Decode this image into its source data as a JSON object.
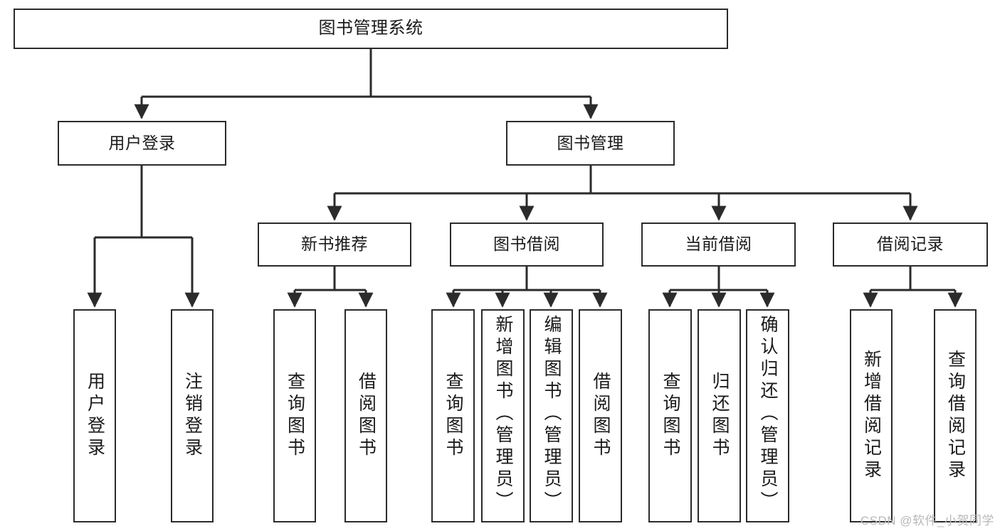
{
  "diagram": {
    "title": "图书管理系统",
    "type": "功能结构图",
    "stroke_color": "#2b2b2b",
    "text_color": "#1a1a1a",
    "background_color": "#ffffff",
    "watermark": "CSDN @软件_小贺同学",
    "watermark_color": "#b8b8b8"
  },
  "nodes": {
    "root": {
      "label": "图书管理系统"
    },
    "level2": [
      {
        "label": "用户登录"
      },
      {
        "label": "图书管理"
      }
    ],
    "level3": [
      {
        "label": "新书推荐"
      },
      {
        "label": "图书借阅"
      },
      {
        "label": "当前借阅"
      },
      {
        "label": "借阅记录"
      }
    ],
    "leaves": {
      "user_login": [
        {
          "label": "用户登录"
        },
        {
          "label": "注销登录"
        }
      ],
      "new_book_recommend": [
        {
          "label": "查询图书"
        },
        {
          "label": "借阅图书"
        }
      ],
      "book_borrow": [
        {
          "label": "查询图书"
        },
        {
          "label": "新增图书（管理员）"
        },
        {
          "label": "编辑图书（管理员）"
        },
        {
          "label": "借阅图书"
        }
      ],
      "current_borrow": [
        {
          "label": "查询图书"
        },
        {
          "label": "归还图书"
        },
        {
          "label": "确认归还（管理员）"
        }
      ],
      "borrow_record": [
        {
          "label": "新增借阅记录"
        },
        {
          "label": "查询借阅记录"
        }
      ]
    }
  },
  "hierarchy": {
    "图书管理系统": [
      "用户登录",
      "图书管理"
    ],
    "用户登录": [
      "用户登录",
      "注销登录"
    ],
    "图书管理": [
      "新书推荐",
      "图书借阅",
      "当前借阅",
      "借阅记录"
    ],
    "新书推荐": [
      "查询图书",
      "借阅图书"
    ],
    "图书借阅": [
      "查询图书",
      "新增图书（管理员）",
      "编辑图书（管理员）",
      "借阅图书"
    ],
    "当前借阅": [
      "查询图书",
      "归还图书",
      "确认归还（管理员）"
    ],
    "借阅记录": [
      "新增借阅记录",
      "查询借阅记录"
    ]
  }
}
